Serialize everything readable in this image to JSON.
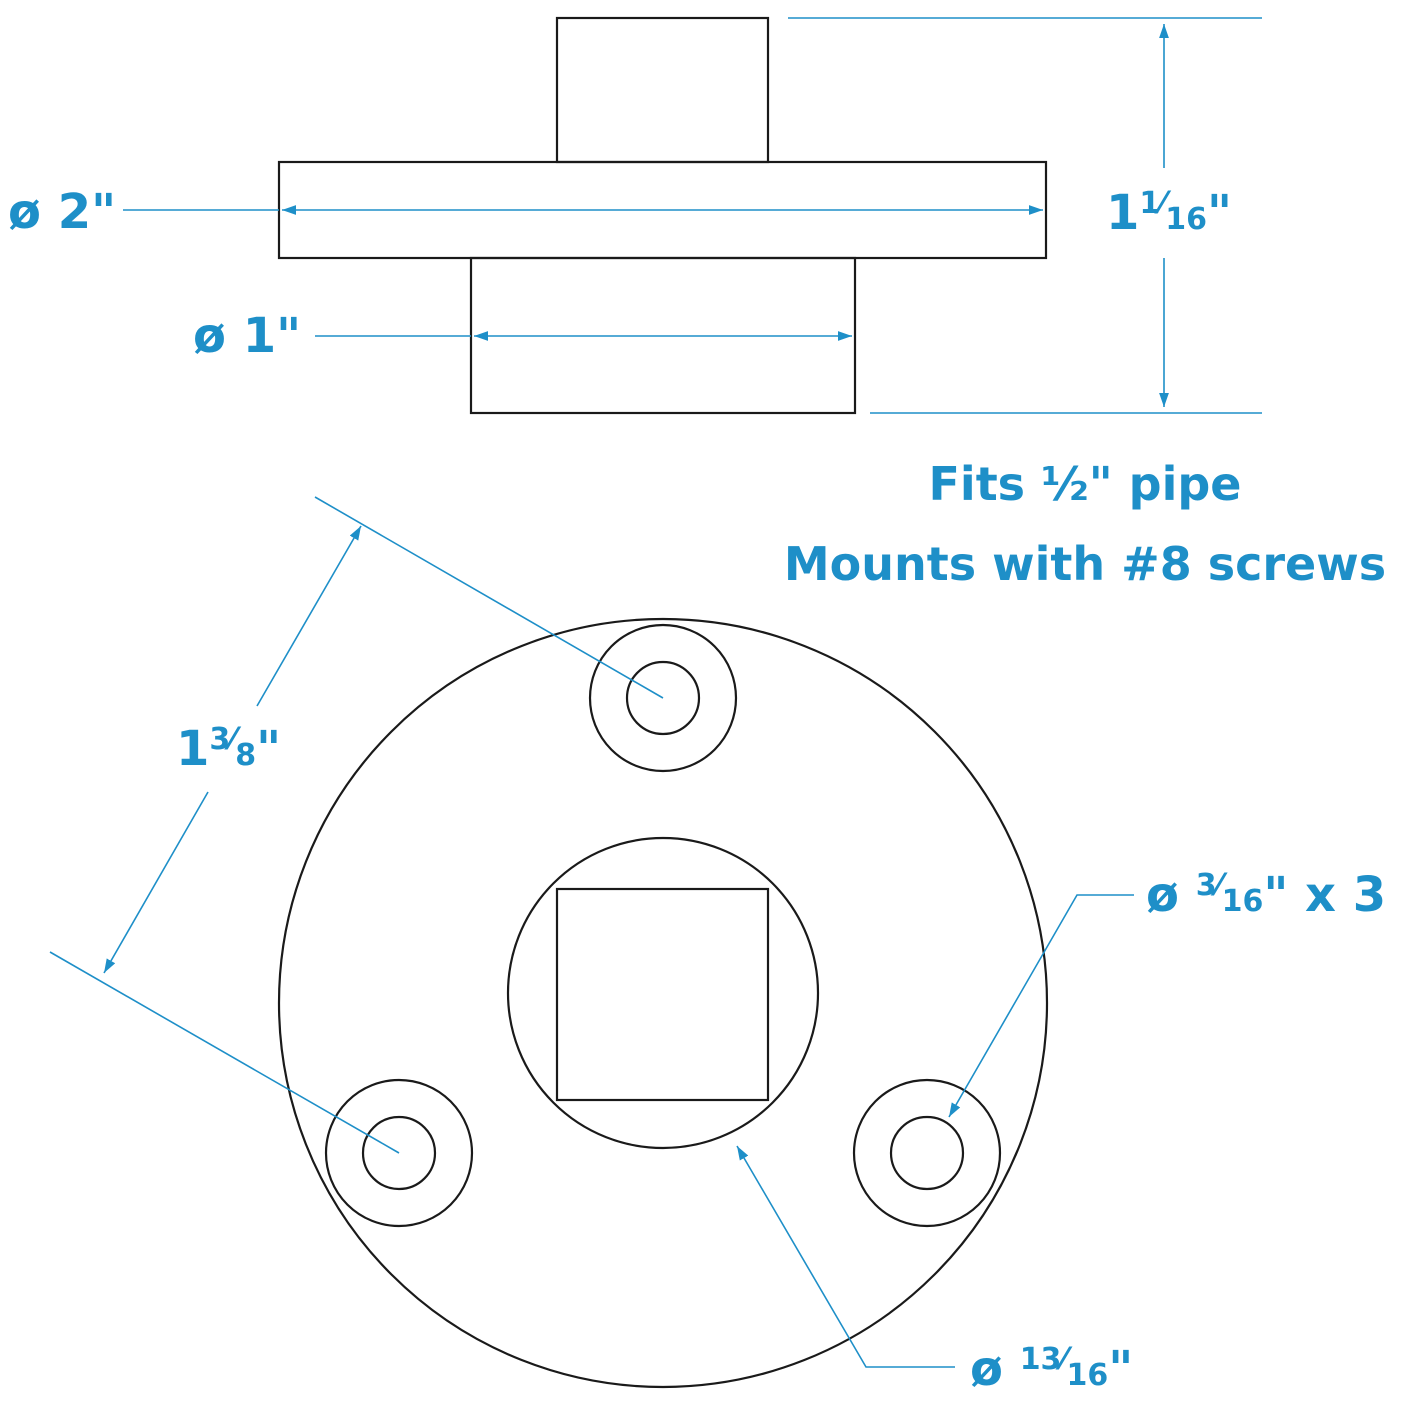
{
  "dimensions": {
    "flange_diameter": "ø 2\"",
    "base_diameter": "ø 1\"",
    "overall_height": {
      "whole": "1",
      "num": "1",
      "den": "16",
      "suffix": "\""
    },
    "bolt_spacing": {
      "whole": "1",
      "num": "3",
      "den": "8",
      "suffix": "\""
    },
    "screw_hole": {
      "prefix": "ø ",
      "num": "3",
      "den": "16",
      "suffix": "\" x 3"
    },
    "center_hole": {
      "prefix": "ø ",
      "num": "13",
      "den": "16",
      "suffix": "\""
    }
  },
  "notes": {
    "line1": "Fits ½\" pipe",
    "line2": "Mounts with #8 screws"
  },
  "colors": {
    "dimension": "#1e8fc8",
    "outline": "#1a1a1a"
  }
}
